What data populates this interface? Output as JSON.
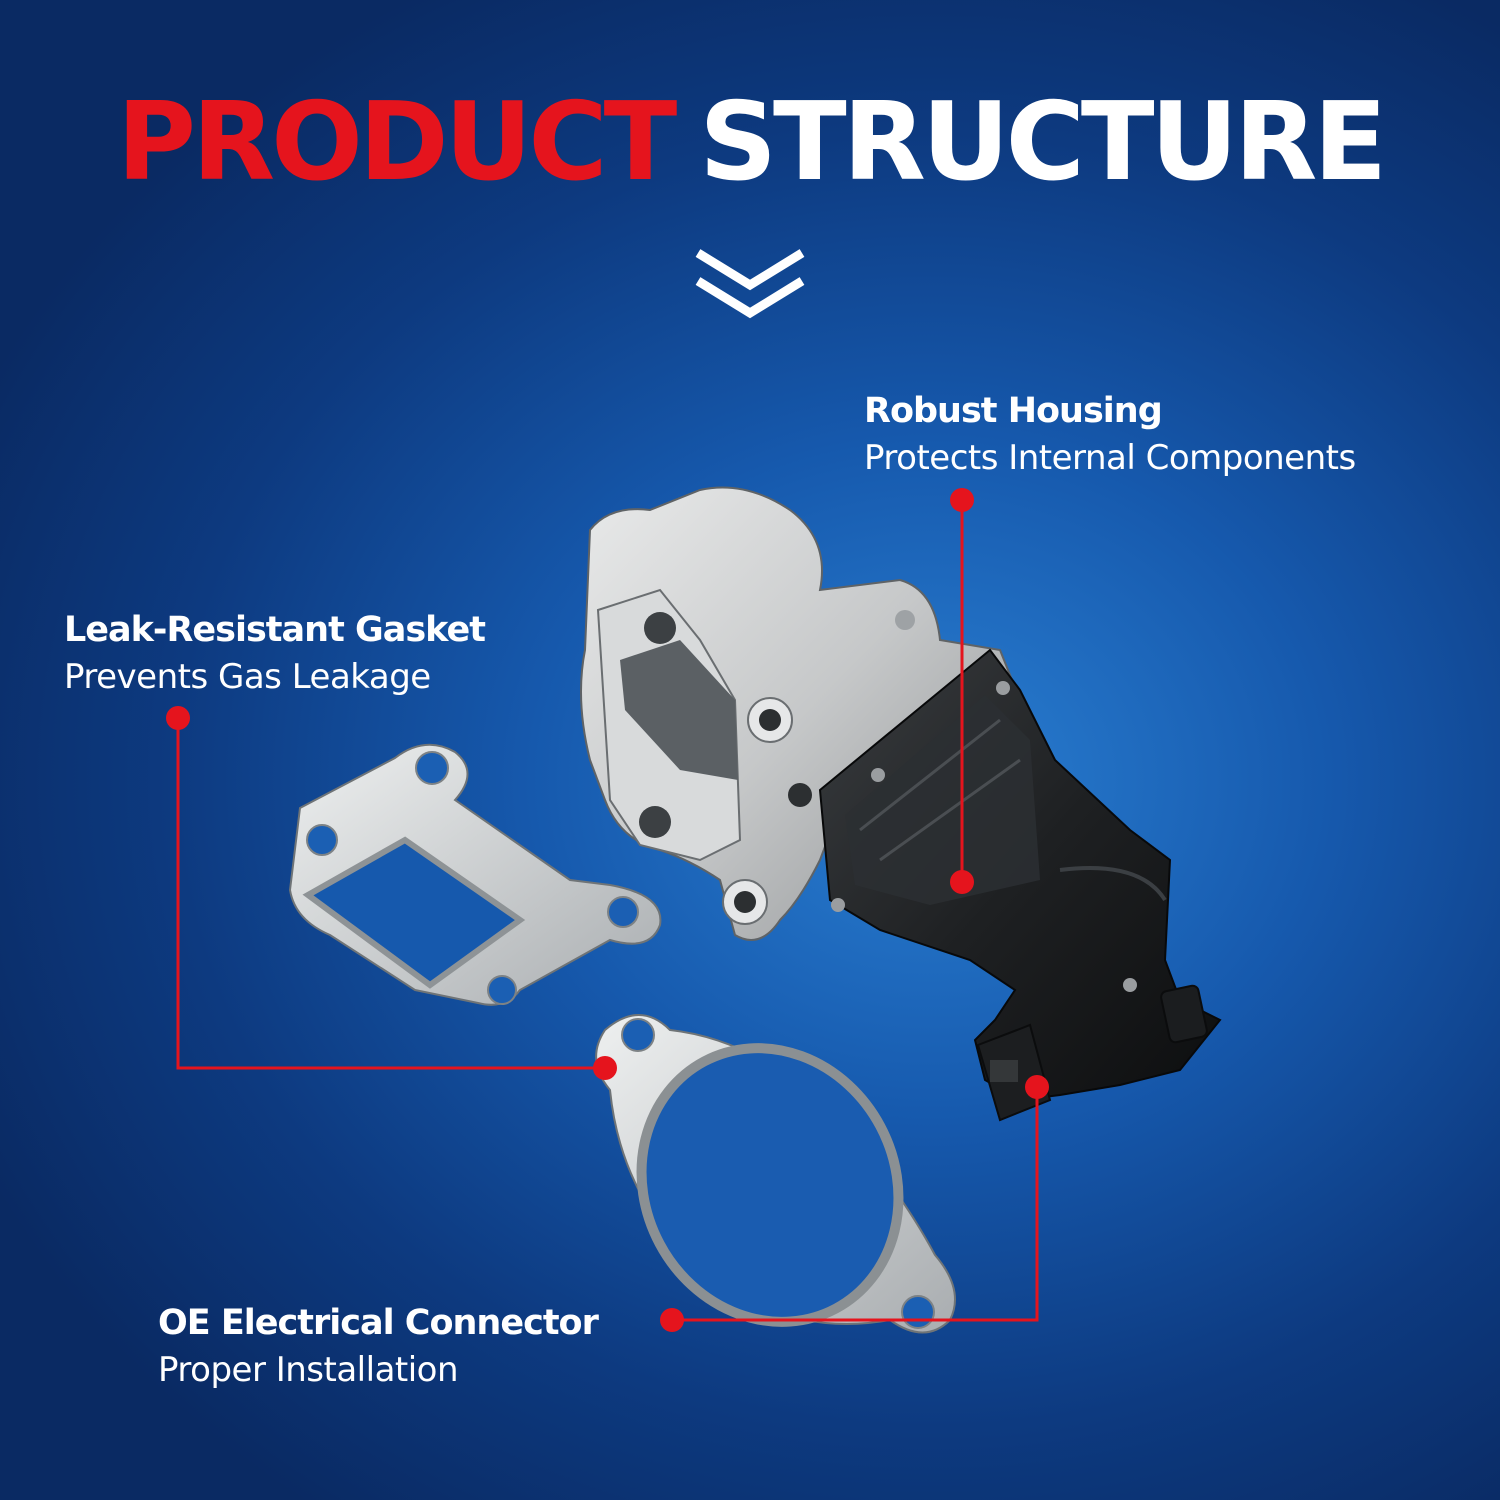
{
  "header": {
    "title_highlight": "PRODUCT",
    "title_rest": "STRUCTURE"
  },
  "callouts": {
    "housing": {
      "title": "Robust Housing",
      "subtitle": "Protects Internal Components"
    },
    "gasket": {
      "title": "Leak-Resistant Gasket",
      "subtitle": "Prevents Gas Leakage"
    },
    "connector": {
      "title": "OE Electrical Connector",
      "subtitle": "Proper Installation"
    }
  },
  "colors": {
    "accent": "#e5141d",
    "text": "#ffffff",
    "background": "#1659ad"
  },
  "icons": {
    "scroll_hint": "double-chevron-down-icon"
  }
}
